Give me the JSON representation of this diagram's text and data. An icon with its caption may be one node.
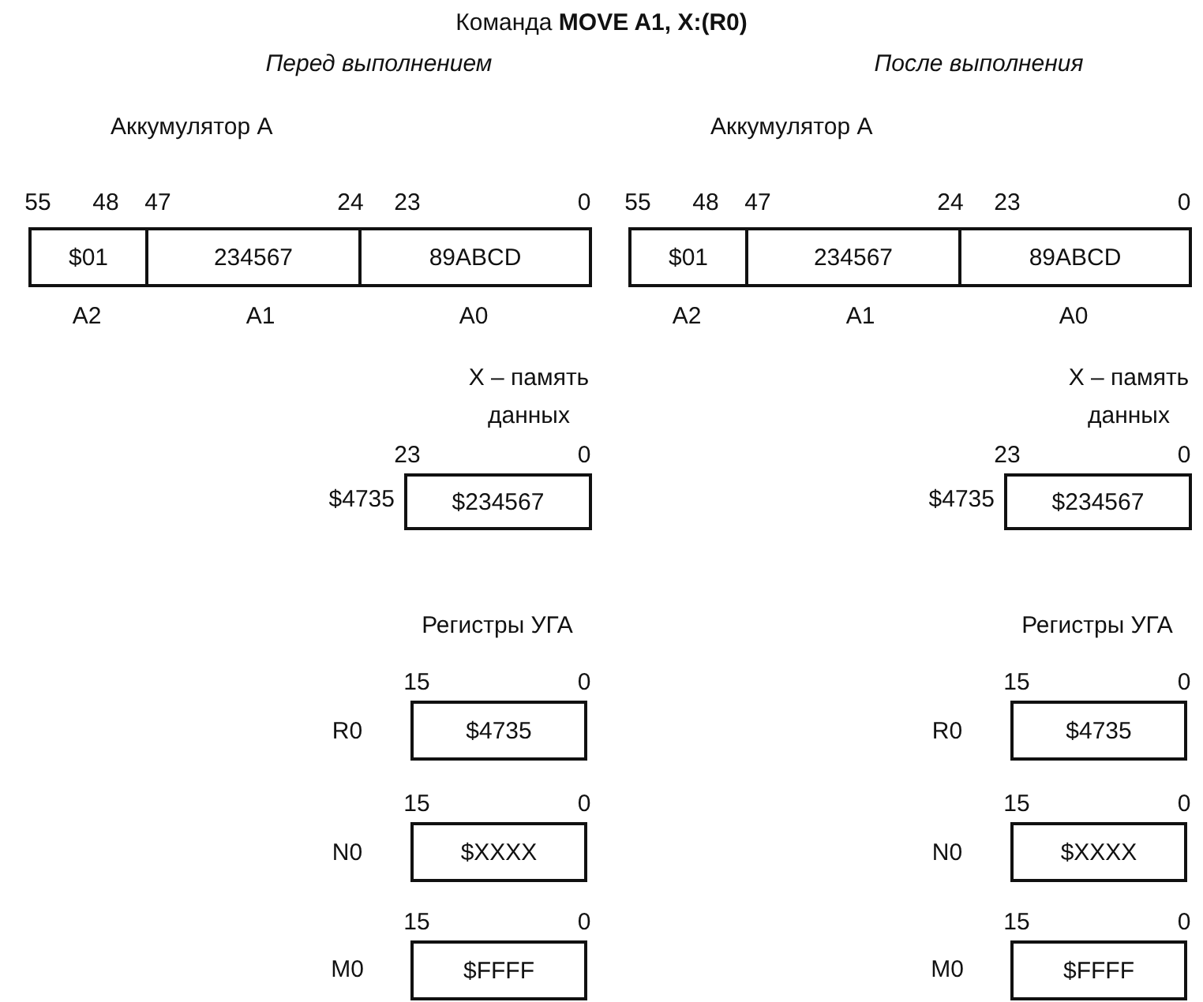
{
  "diagram": {
    "title": "Команда **MOVE A1, X:(R0)**",
    "nodes": [
      {
        "text": [
          "$01"
        ]
      },
      {
        "text": [
          "234567"
        ]
      },
      {
        "text": [
          "89ABCD"
        ]
      },
      {
        "text": [
          "$234567"
        ]
      },
      {
        "text": [
          "$4735"
        ]
      },
      {
        "text": [
          "$XXXX"
        ]
      },
      {
        "text": [
          "$FFFF"
        ]
      },
      {
        "text": [
          "$01"
        ]
      },
      {
        "text": [
          "234567"
        ]
      },
      {
        "text": [
          "89ABCD"
        ]
      },
      {
        "text": [
          "$234567"
        ]
      },
      {
        "text": [
          "$4735"
        ]
      },
      {
        "text": [
          "$XXXX"
        ]
      },
      {
        "text": [
          "$FFFF"
        ]
      }
    ],
    "labels": [
      "Перед выполнением",
      "Аккумулятор A",
      "55",
      "48",
      "47",
      "24",
      "23",
      "0",
      "A2",
      "A1",
      "A0",
      "X – память данных",
      "23",
      "0",
      "$4735",
      "Регистры УГА",
      "15",
      "0",
      "R0",
      "15",
      "0",
      "N0",
      "15",
      "0",
      "M0",
      "После выполнения",
      "Аккумулятор A",
      "55",
      "48",
      "47",
      "24",
      "23",
      "0",
      "A2",
      "A1",
      "A0",
      "X – память данных",
      "23",
      "0",
      "$4735",
      "Регистры УГА",
      "15",
      "0",
      "R0",
      "15",
      "0",
      "N0",
      "15",
      "0",
      "M0"
    ]
  }
}
